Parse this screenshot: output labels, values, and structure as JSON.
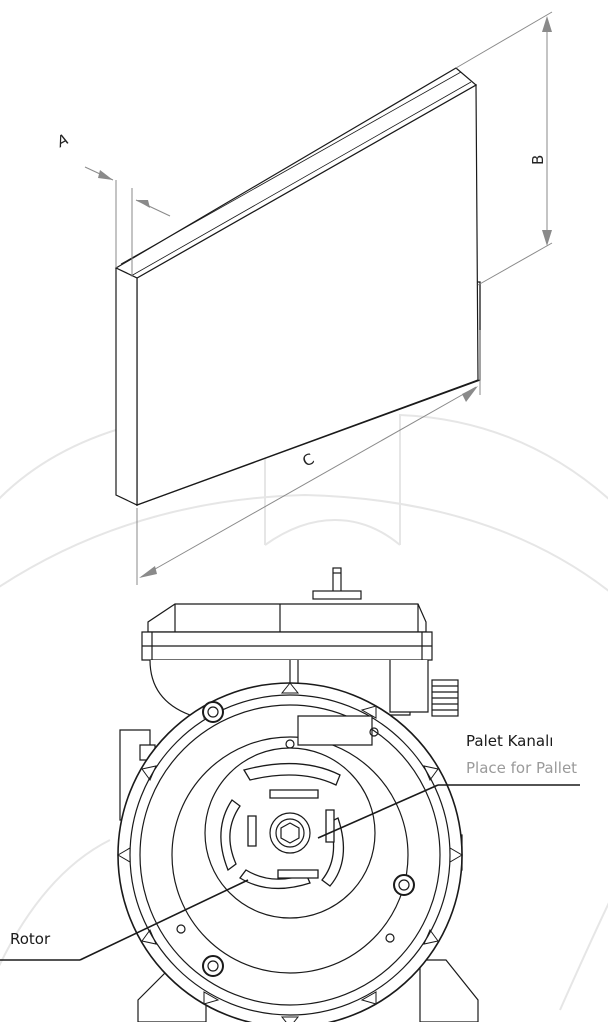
{
  "dimensions": {
    "a_label": "A",
    "b_label": "B",
    "c_label": "C"
  },
  "callouts": {
    "palet_tr": "Palet Kanalı",
    "palet_en": "Place for Pallet",
    "rotor": "Rotor"
  },
  "colors": {
    "line": "#1a1a1a",
    "dimension_line": "#8a8a8a",
    "watermark": "#e6e6e6",
    "callout_primary": "#1a1a1a",
    "callout_secondary": "#9a9a9a"
  },
  "icons": [
    "pallet-drawing",
    "pump-front-view",
    "watermark"
  ]
}
